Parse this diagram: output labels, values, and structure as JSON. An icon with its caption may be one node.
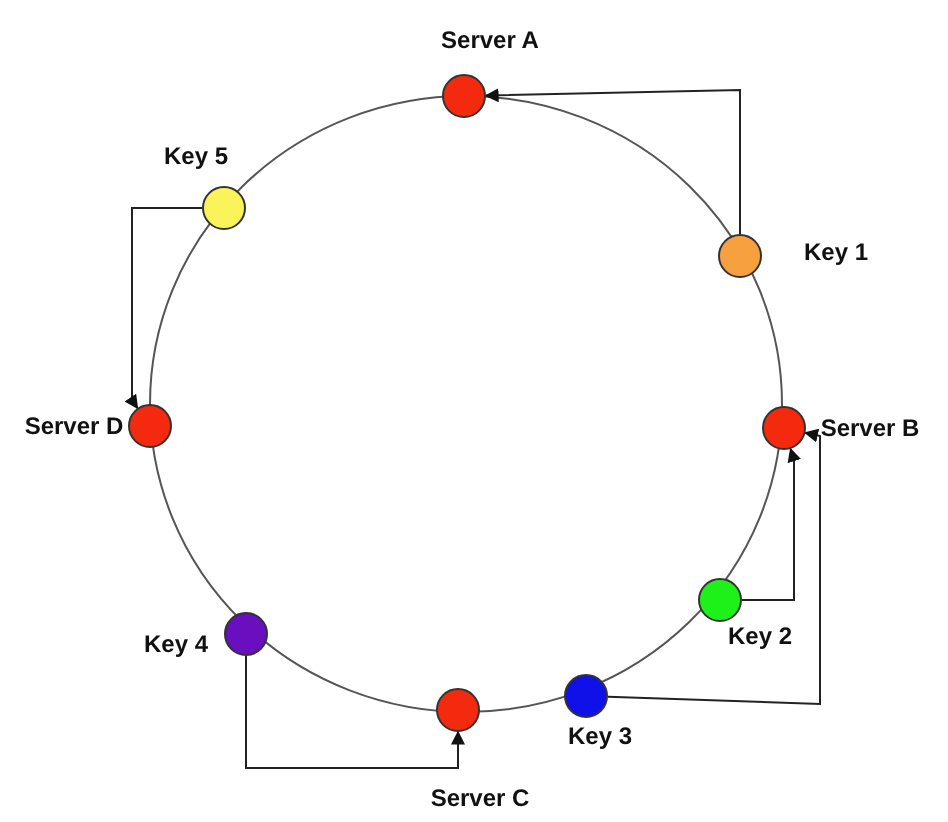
{
  "diagram": {
    "nodes": [
      {
        "text": [
          "Server A"
        ]
      },
      {
        "text": [
          "Key 1"
        ]
      },
      {
        "text": [
          "Server B"
        ]
      },
      {
        "text": [
          "Key 2"
        ]
      },
      {
        "text": [
          "Key 3"
        ]
      },
      {
        "text": [
          "Server C"
        ]
      },
      {
        "text": [
          "Key 4"
        ]
      },
      {
        "text": [
          "Server D"
        ]
      },
      {
        "text": [
          "Key 5"
        ]
      }
    ],
    "edges": [
      {
        "from": 1,
        "to": 0,
        "arrow": "to"
      },
      {
        "from": 3,
        "to": 2,
        "arrow": "to"
      },
      {
        "from": 4,
        "to": 2,
        "arrow": "to"
      },
      {
        "from": 6,
        "to": 5,
        "arrow": "to"
      },
      {
        "from": 8,
        "to": 7,
        "arrow": "to"
      }
    ]
  }
}
